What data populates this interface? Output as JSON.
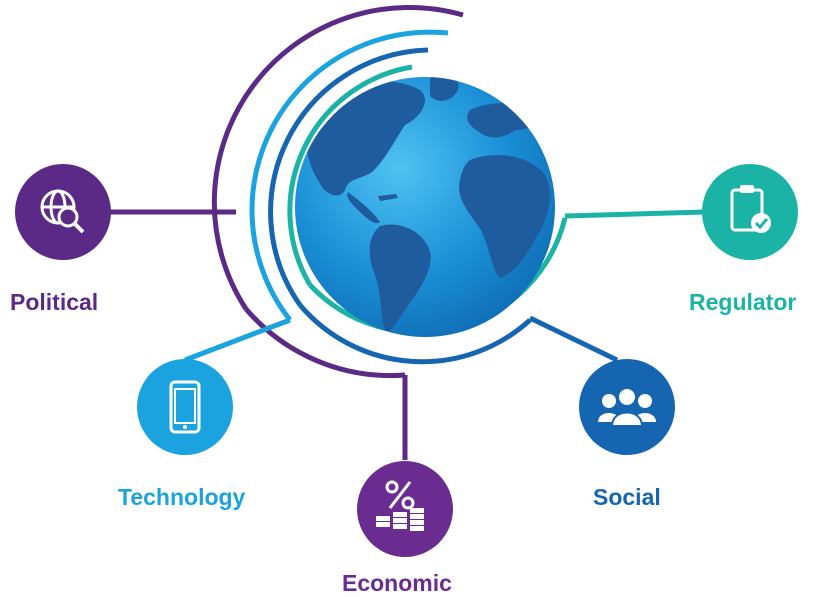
{
  "diagram": {
    "center": {
      "icon": "globe-icon"
    },
    "colors": {
      "purple": "#5b2a86",
      "light_blue": "#1aa3de",
      "blue": "#1565b0",
      "teal": "#1ab3a6",
      "globe_ocean": "#1a8fd6",
      "globe_land": "#1f5c9e"
    },
    "nodes": [
      {
        "id": "political",
        "label": "Political",
        "icon": "globe-search-icon",
        "color": "#5b2a86"
      },
      {
        "id": "technology",
        "label": "Technology",
        "icon": "smartphone-icon",
        "color": "#1aa3de"
      },
      {
        "id": "economic",
        "label": "Economic",
        "icon": "percent-coins-icon",
        "color": "#6b2c91"
      },
      {
        "id": "social",
        "label": "Social",
        "icon": "people-group-icon",
        "color": "#1565b0"
      },
      {
        "id": "regulator",
        "label": "Regulator",
        "icon": "clipboard-check-icon",
        "color": "#1ab3a6"
      }
    ]
  }
}
